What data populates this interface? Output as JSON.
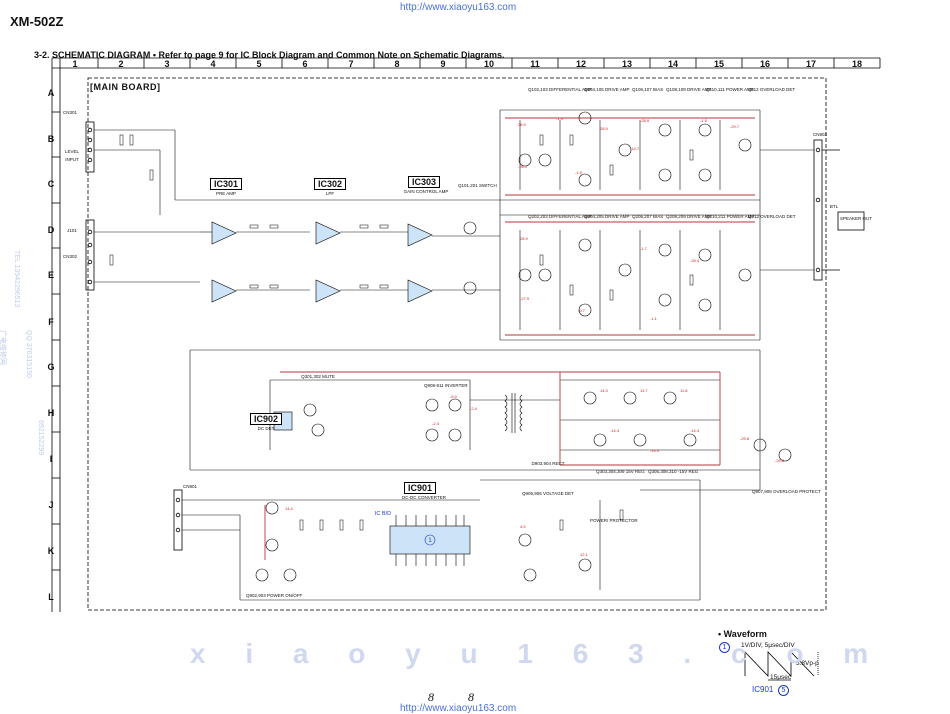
{
  "header": {
    "model": "XM-502Z",
    "url_top": "http://www.xiaoyu163.com",
    "section_heading": "3-2. SCHEMATIC DIAGRAM  • Refer to page 9 for IC Block Diagram and Common Note on Schematic Diagrams."
  },
  "grid": {
    "columns": [
      "1",
      "2",
      "3",
      "4",
      "5",
      "6",
      "7",
      "8",
      "9",
      "10",
      "11",
      "12",
      "13",
      "14",
      "15",
      "16",
      "17",
      "18"
    ],
    "rows": [
      "A",
      "B",
      "C",
      "D",
      "E",
      "F",
      "G",
      "H",
      "I",
      "J",
      "K",
      "L"
    ]
  },
  "board_label": "[MAIN BOARD]",
  "ics": {
    "ic301": {
      "label": "IC301",
      "sub": "PRE AMP"
    },
    "ic302": {
      "label": "IC302",
      "sub": "LPF"
    },
    "ic303": {
      "label": "IC303",
      "sub": "GAIN CONTROL AMP"
    },
    "ic902": {
      "label": "IC902",
      "sub": "DC DET"
    },
    "ic901": {
      "label": "IC901",
      "sub": "DC-DC CONVERTER"
    }
  },
  "sections": {
    "diff_amp_top": "Q102,103 DIFFERENTIAL AMP",
    "drive_amp_top": "Q104,105 DRIVE AMP",
    "bias_top": "Q106,107 BIAS",
    "drive_amp2_top": "Q108,109 DRIVE AMP",
    "power_amp_top": "Q110,111 POWER AMP",
    "overload_top": "Q112 OVERLOAD DET",
    "diff_amp_bot": "Q202,203 DIFFERENTIAL AMP",
    "drive_amp_bot": "Q204,205 DRIVE AMP",
    "bias_bot": "Q206,207 BIAS",
    "drive_amp2_bot": "Q208,209 DRIVE AMP",
    "power_amp_bot": "Q210,211 POWER AMP",
    "overload_bot": "Q212 OVERLOAD DET",
    "switch": "Q101,201 SWITCH",
    "mute": "Q301,302 MUTE",
    "inverter": "Q908-911 INVERTER",
    "rect": "D903,904 RECT",
    "reg15": "Q303,304,309 15V REG",
    "reg154": "Q305,308,310 -15V REG",
    "voltage_det": "Q905,906 VOLTAGE DET",
    "overload_protect": "Q907,908 OVERLOAD PROTECT",
    "power_onoff": "Q902,903 POWER ON/OFF",
    "power_protector": "POWER/ PROTECTOR",
    "level": "LEVEL",
    "input": "INPUT",
    "btl": "BTL",
    "speaker_out": "SPEAKER OUT"
  },
  "connectors": [
    "CN301",
    "CN302",
    "CN903",
    "CN901",
    "J101"
  ],
  "waveform": {
    "title": "• Waveform",
    "marker": "1",
    "scale": "1V/DIV, 5μsec/DIV",
    "amplitude": "3.8Vp-p",
    "period": "15μsec",
    "ic": "IC901",
    "pin": "5",
    "ic_block_tag": "IC B/D"
  },
  "footer": {
    "page_left": "8",
    "page_right": "8",
    "url_bottom": "http://www.xiaoyu163.com"
  },
  "watermark": "x i a o y u 1 6 3 . c o m",
  "side_watermarks": [
    "广电维修网",
    "TEL 13942296513",
    "QQ 376315150",
    "892152299"
  ],
  "colors": {
    "trace": "#111111",
    "voltage": "#d41e1e",
    "power_rail": "#b23a3a",
    "watermark": "#4a6fd6"
  }
}
